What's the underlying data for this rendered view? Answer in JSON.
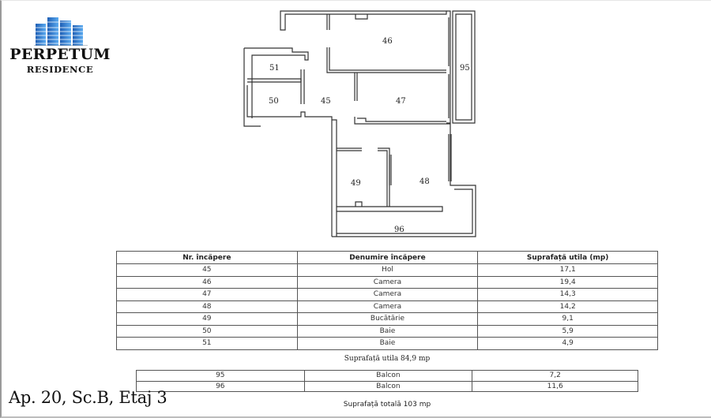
{
  "brand": {
    "name": "PERPETUM",
    "subtitle": "RESIDENCE",
    "logo_icon": "buildings-icon",
    "logo_color": "#3a8be0"
  },
  "floor_plan": {
    "rooms": [
      {
        "id": "45",
        "label": "45"
      },
      {
        "id": "46",
        "label": "46"
      },
      {
        "id": "47",
        "label": "47"
      },
      {
        "id": "48",
        "label": "48"
      },
      {
        "id": "49",
        "label": "49"
      },
      {
        "id": "50",
        "label": "50"
      },
      {
        "id": "51",
        "label": "51"
      },
      {
        "id": "95",
        "label": "95"
      },
      {
        "id": "96",
        "label": "96"
      }
    ]
  },
  "rooms_table": {
    "headers": [
      "Nr. încăpere",
      "Denumire încăpere",
      "Suprafață utila (mp)"
    ],
    "rows": [
      [
        "45",
        "Hol",
        "17,1"
      ],
      [
        "46",
        "Camera",
        "19,4"
      ],
      [
        "47",
        "Camera",
        "14,3"
      ],
      [
        "48",
        "Camera",
        "14,2"
      ],
      [
        "49",
        "Bucătărie",
        "9,1"
      ],
      [
        "50",
        "Baie",
        "5,9"
      ],
      [
        "51",
        "Baie",
        "4,9"
      ]
    ]
  },
  "useful_area_total": "Suprafață utila 84,9 mp",
  "balcony_table": {
    "rows": [
      [
        "95",
        "Balcon",
        "7,2"
      ],
      [
        "96",
        "Balcon",
        "11,6"
      ]
    ]
  },
  "total_area": "Suprafață totală 103 mp",
  "apartment_label": "Ap. 20, Sc.B, Etaj 3"
}
